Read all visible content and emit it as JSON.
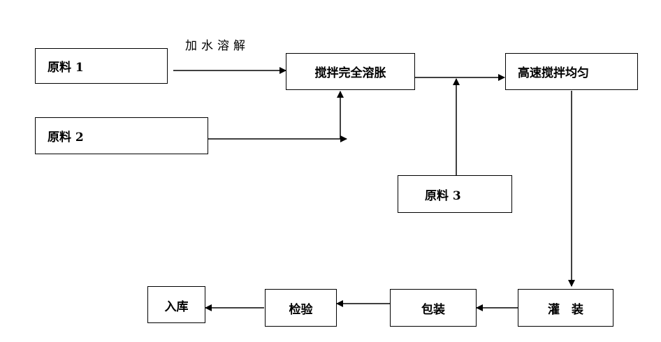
{
  "nodes": {
    "raw1": "原料 1",
    "raw2": "原料 2",
    "raw3": "原料 3",
    "dissolve": "搅拌完全溶胀",
    "mix": "高速搅拌均匀",
    "fill": "灌　装",
    "pack": "包装",
    "inspect": "检验",
    "store": "入库"
  },
  "annotations": {
    "water": "加水溶解"
  },
  "edges": [
    {
      "from": "raw1",
      "to": "dissolve",
      "label": "加水溶解"
    },
    {
      "from": "raw2",
      "to": "dissolve"
    },
    {
      "from": "dissolve",
      "to": "mix"
    },
    {
      "from": "raw3",
      "to": "mix"
    },
    {
      "from": "mix",
      "to": "fill"
    },
    {
      "from": "fill",
      "to": "pack"
    },
    {
      "from": "pack",
      "to": "inspect"
    },
    {
      "from": "inspect",
      "to": "store"
    }
  ]
}
